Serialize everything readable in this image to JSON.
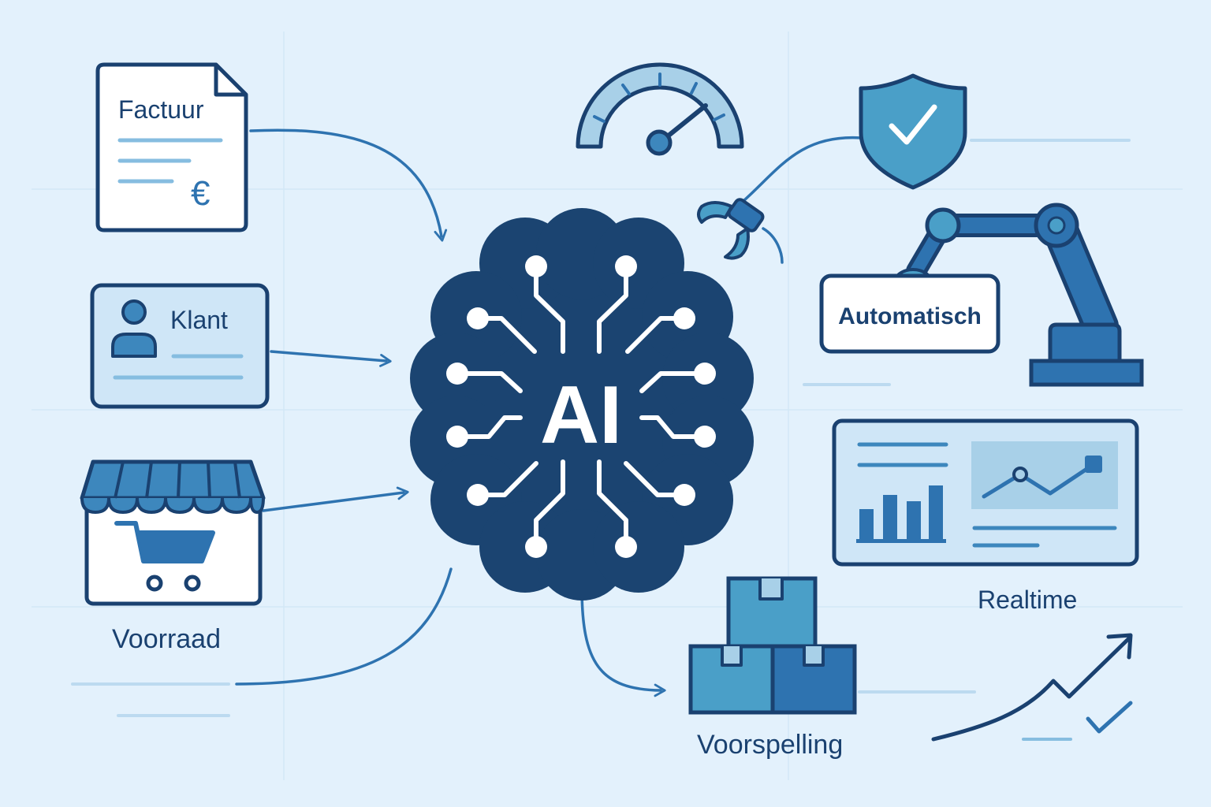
{
  "labels": {
    "invoice": "Factuur",
    "currency_symbol": "€",
    "customer": "Klant",
    "inventory": "Voorraad",
    "ai_core": "AI",
    "automation": "Automatisch",
    "realtime": "Realtime",
    "forecast": "Voorspelling"
  },
  "colors": {
    "background": "#e3f1fc",
    "navy": "#1a4170",
    "brain": "#1b4471",
    "blue": "#2e73b0",
    "mid_blue": "#3d87bd",
    "light_blue": "#a8d0e8",
    "teal": "#4a9fc8",
    "card_fill": "#ffffff",
    "panel_fill": "#cfe6f7"
  },
  "icons": [
    "invoice-document-icon",
    "euro-icon",
    "customer-card-icon",
    "user-icon",
    "store-icon",
    "shopping-cart-icon",
    "ai-brain-icon",
    "speedometer-icon",
    "shield-check-icon",
    "robot-gripper-icon",
    "robot-arm-icon",
    "dashboard-icon",
    "bar-chart-icon",
    "line-chart-icon",
    "boxes-icon",
    "trend-arrow-icon",
    "check-icon"
  ]
}
